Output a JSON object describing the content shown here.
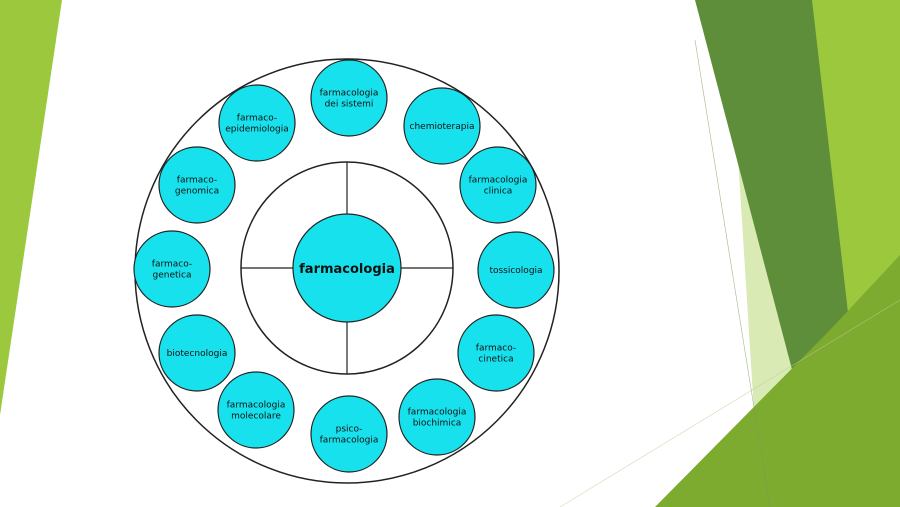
{
  "colors": {
    "node_fill": "#17e1ec",
    "leaf_light": "#9bc83c",
    "leaf_mid": "#7dab2f",
    "leaf_dark": "#5f8e3a",
    "leaf_pale": "#d9eab4"
  },
  "diagram": {
    "center": {
      "label": "farmacologia"
    },
    "nodes": [
      {
        "lines": [
          "farmacologia",
          "dei sistemi"
        ]
      },
      {
        "lines": [
          "chemioterapia"
        ]
      },
      {
        "lines": [
          "farmacologia",
          "clinica"
        ]
      },
      {
        "lines": [
          "tossicologia"
        ]
      },
      {
        "lines": [
          "farmaco-",
          "cinetica"
        ]
      },
      {
        "lines": [
          "farmacologia",
          "biochimica"
        ]
      },
      {
        "lines": [
          "psico-",
          "farmacologia"
        ]
      },
      {
        "lines": [
          "farmacologia",
          "molecolare"
        ]
      },
      {
        "lines": [
          "biotecnologia"
        ]
      },
      {
        "lines": [
          "farmaco-",
          "genetica"
        ]
      },
      {
        "lines": [
          "farmaco-",
          "genomica"
        ]
      },
      {
        "lines": [
          "farmaco-",
          "epidemiologia"
        ]
      }
    ]
  }
}
